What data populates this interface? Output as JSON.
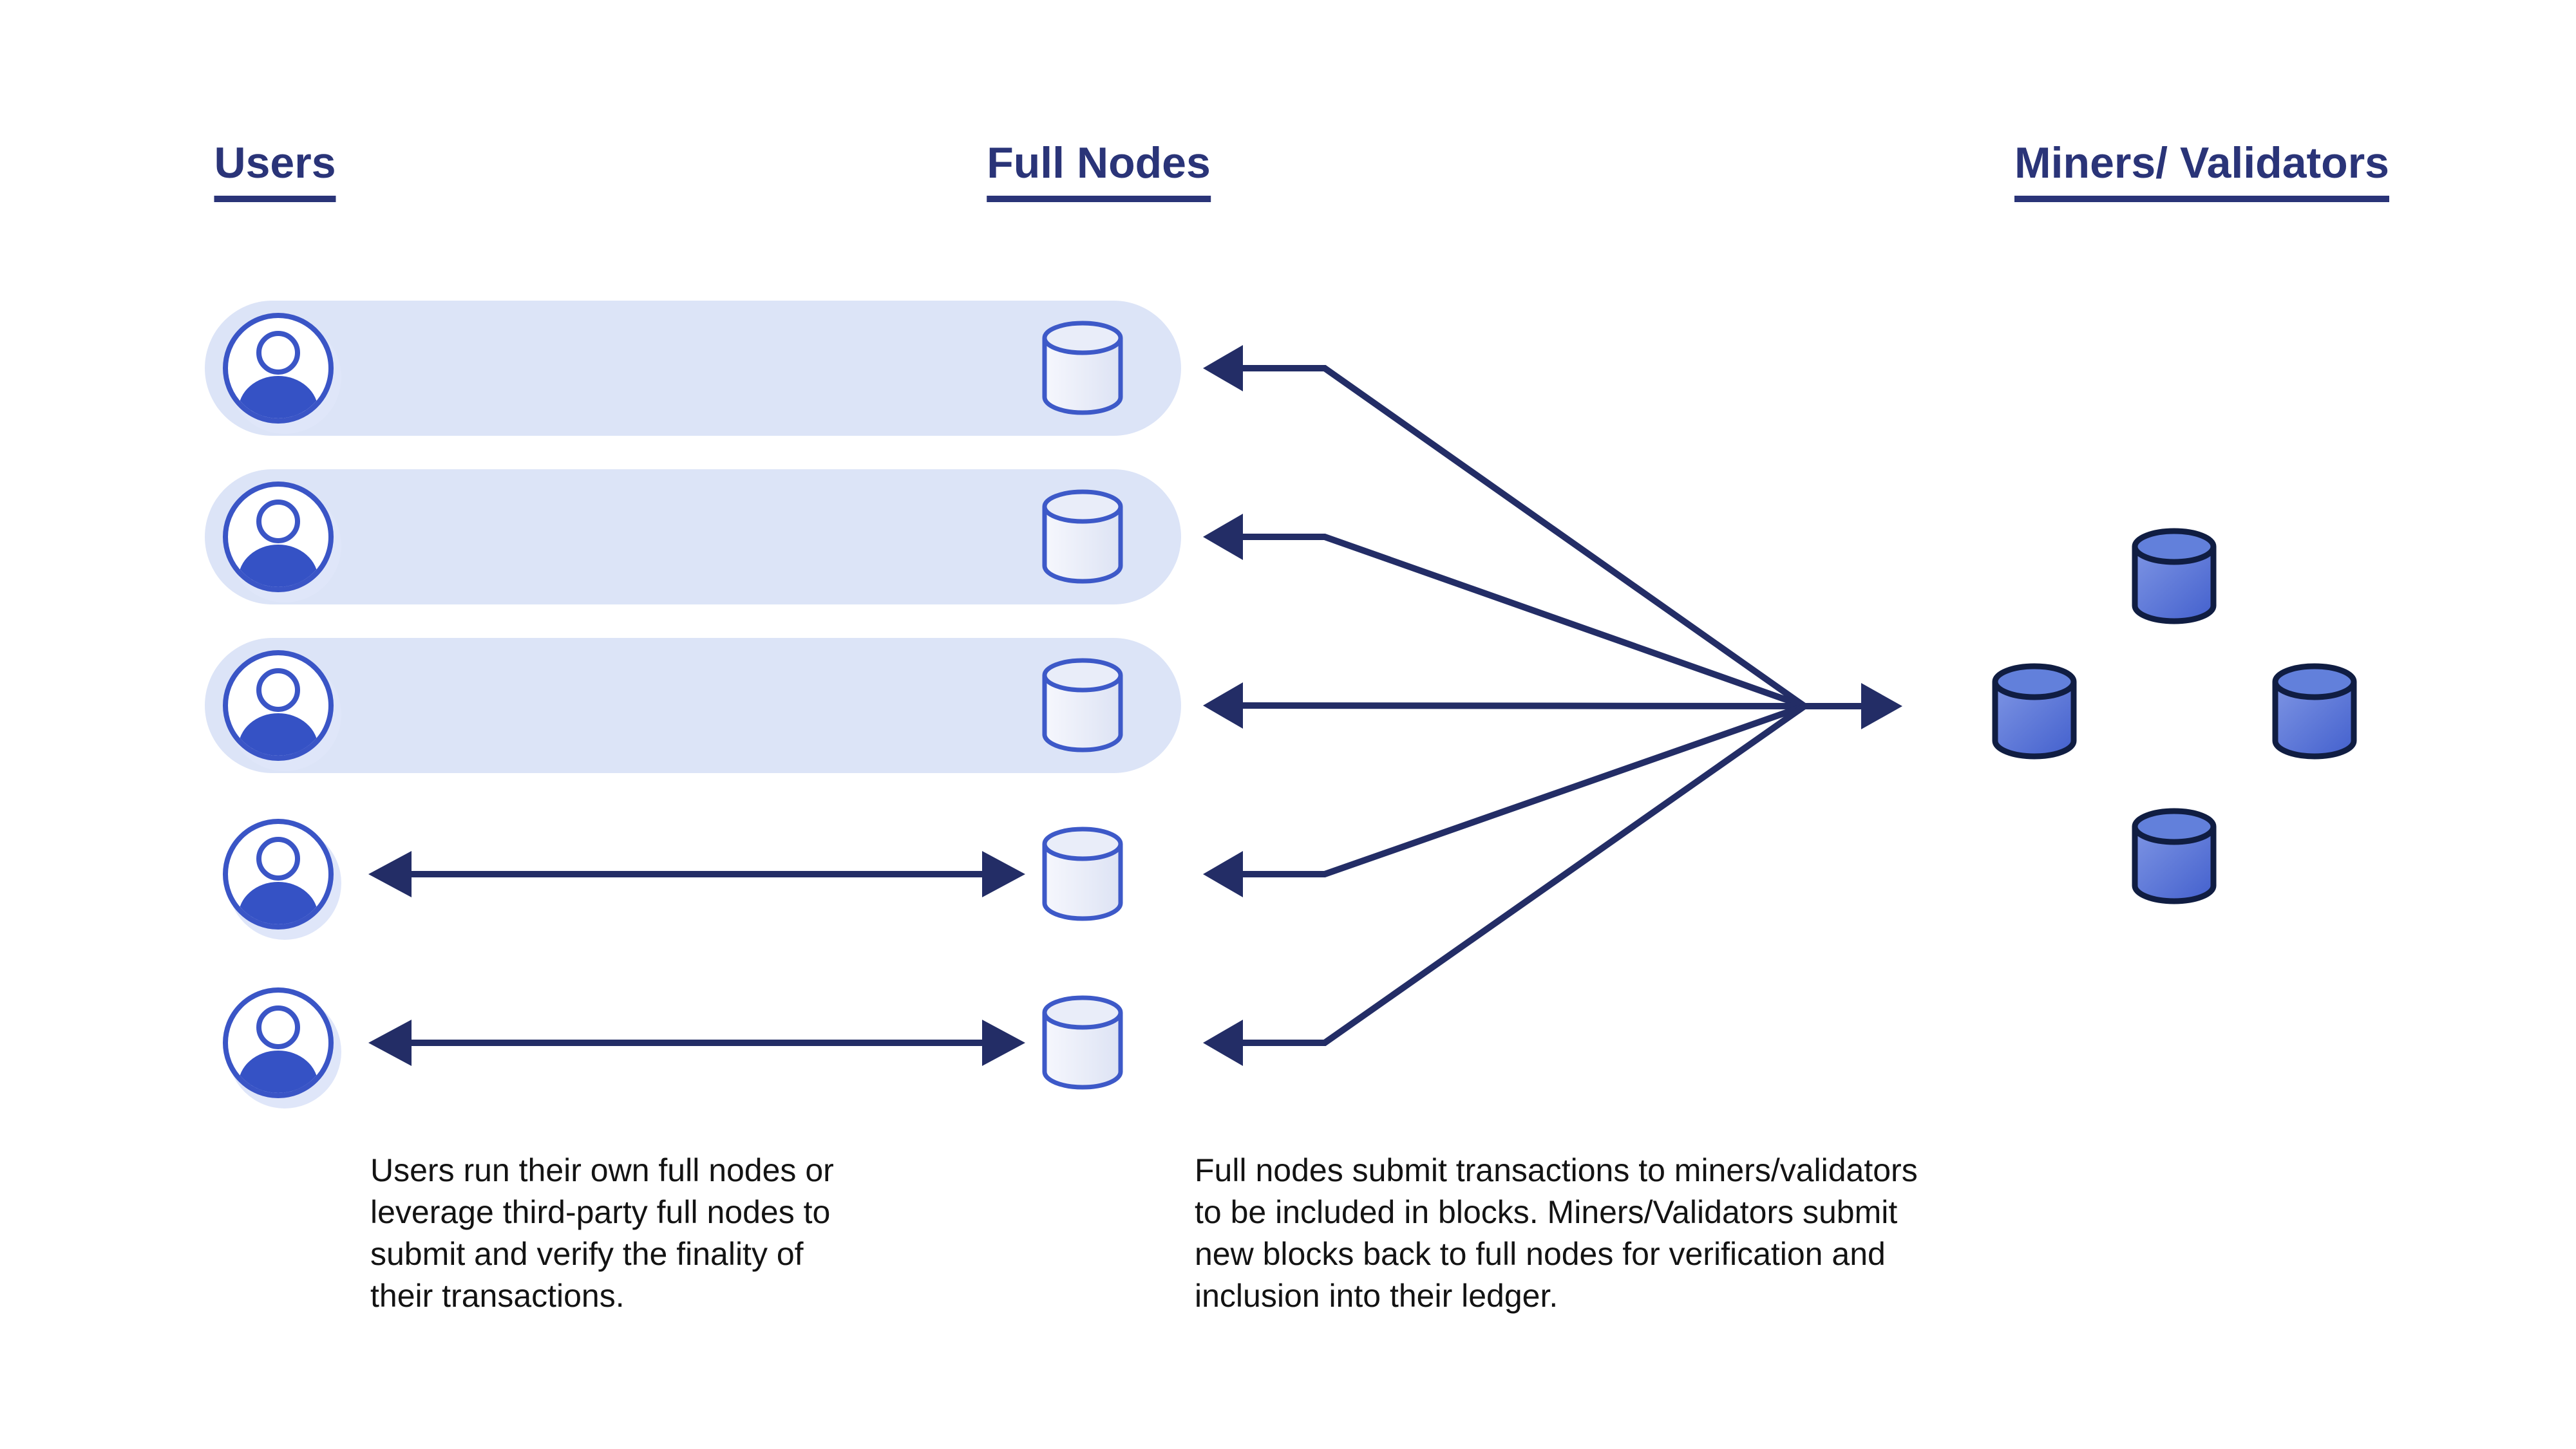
{
  "columns": [
    {
      "label": "Users"
    },
    {
      "label": "Full Nodes"
    },
    {
      "label": "Miners/ Validators"
    }
  ],
  "captions": {
    "users": "Users run their own full nodes or\nleverage third-party full nodes to\nsubmit and verify the finality of\ntheir transactions.",
    "full_nodes": "Full nodes submit transactions to miners/validators\nto be included in blocks. Miners/Validators submit\nnew blocks back to full nodes for verification and\ninclusion into their ledger."
  },
  "counts": {
    "users": 5,
    "full_nodes": 5,
    "miners_validators": 4
  },
  "rows": [
    {
      "user_node_link": "shared-pill"
    },
    {
      "user_node_link": "shared-pill"
    },
    {
      "user_node_link": "shared-pill"
    },
    {
      "user_node_link": "double-arrow"
    },
    {
      "user_node_link": "double-arrow"
    }
  ],
  "icons": {
    "user": "user-avatar-icon",
    "full_node": "database-cylinder-icon",
    "miner_validator": "database-cylinder-icon"
  },
  "colors": {
    "bg": "#ffffff",
    "navy-header": "#2a3478",
    "navy-arrow": "#232d66",
    "blue": "#3a55c6",
    "blue-body": "#3552c5",
    "pill": "#dce4f7",
    "pill-glow": "#dfe6f9",
    "node-stroke": "#3d59c8",
    "node-top": "#e9edf9",
    "node-fill-1": "#f6f7fd",
    "node-fill-2": "#dde3f4",
    "miner-stroke": "#101d42",
    "miner-top": "#6280db",
    "miner-fill-1": "#7e95e4",
    "miner-fill-2": "#4360cd",
    "caption": "#131313"
  }
}
